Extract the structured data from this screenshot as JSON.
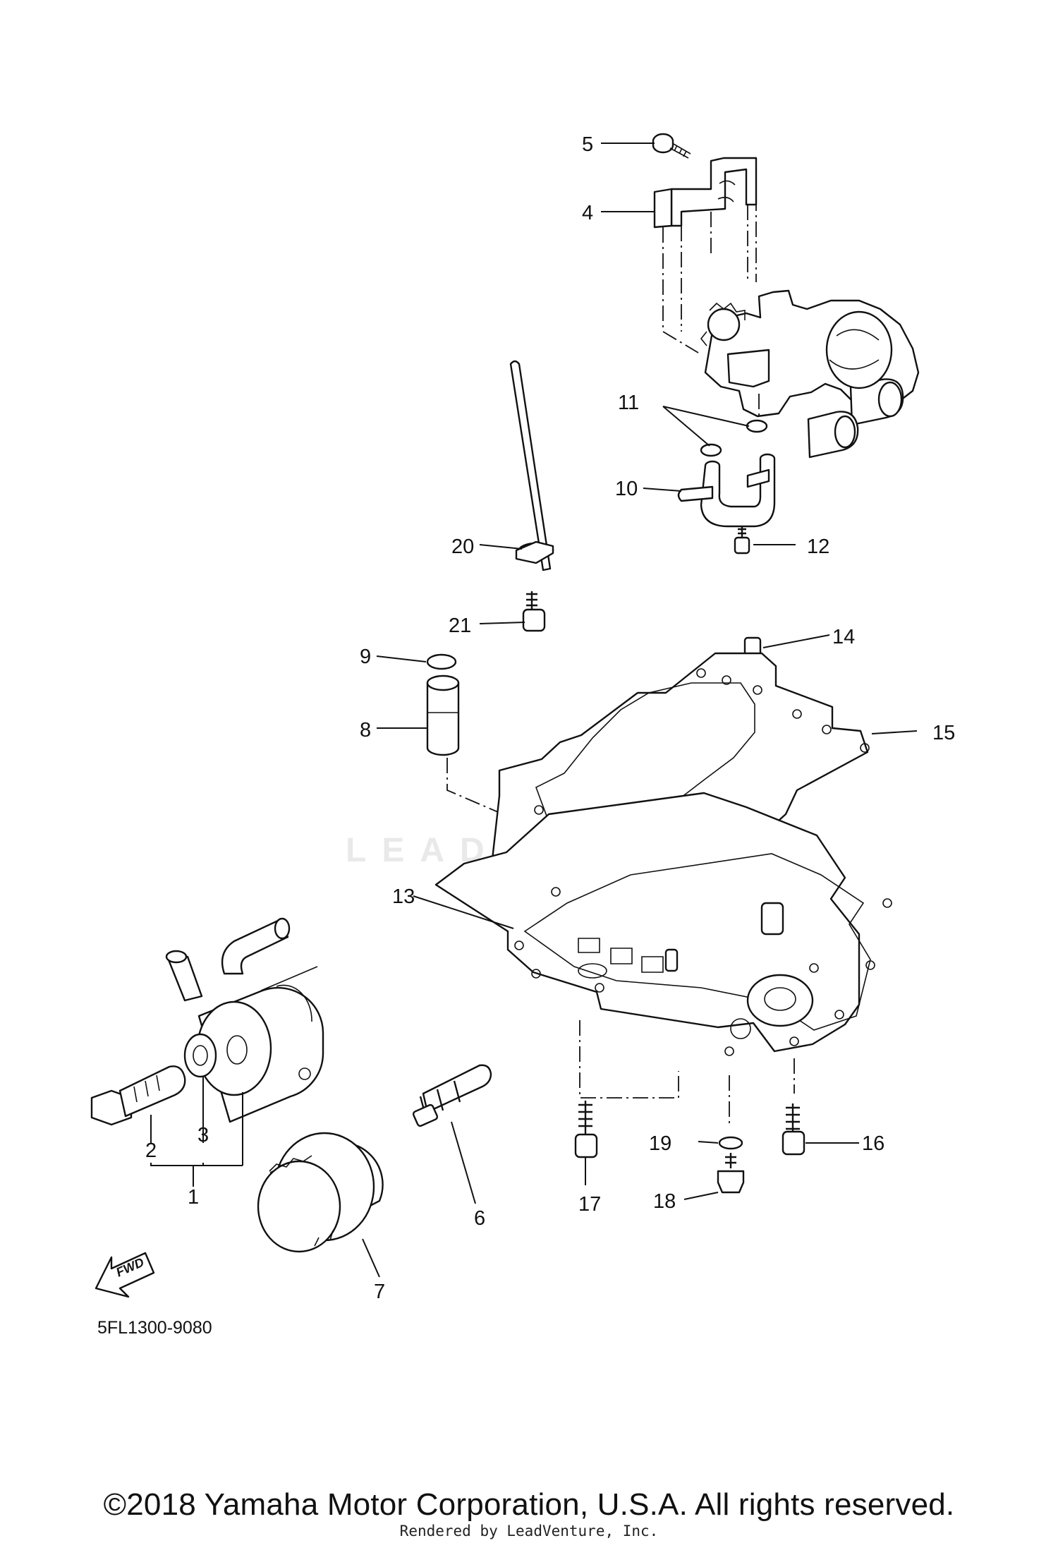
{
  "diagram": {
    "code": "5FL1300-9080",
    "fwd_label": "FWD",
    "watermark": "LEADVENTURE",
    "callouts": [
      "1",
      "2",
      "3",
      "4",
      "5",
      "6",
      "7",
      "8",
      "9",
      "10",
      "11",
      "12",
      "13",
      "14",
      "15",
      "16",
      "17",
      "18",
      "19",
      "20",
      "21"
    ]
  },
  "footer": {
    "copyright": "©2018 Yamaha Motor Corporation, U.S.A. All rights reserved.",
    "rendered_by": "Rendered by LeadVenture, Inc."
  }
}
